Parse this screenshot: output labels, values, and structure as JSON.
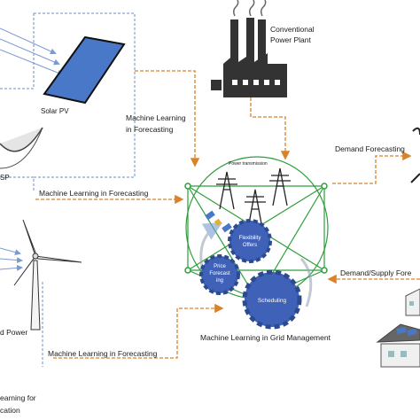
{
  "labels": {
    "solar_pv": "Solar PV",
    "conventional_power_plant_line1": "Conventional",
    "conventional_power_plant_line2": "Power Plant",
    "csp_partial": "SP",
    "wind_power_partial": "d Power",
    "wind_bottom_line1": "earning for",
    "wind_bottom_line2": "cation",
    "ml_forecasting_solar_line1": "Machine Learning",
    "ml_forecasting_solar_line2": "in Forecasting",
    "ml_forecasting_csp": "Machine Learning in Forecasting",
    "ml_forecasting_wind": "Machine Learning in Forecasting",
    "demand_forecasting": "Demand Forecasting",
    "demand_supply_forecasting": "Demand/Supply Fore",
    "power_transmission": "Power transmission",
    "flexibility_offers_line1": "Flexibility",
    "flexibility_offers_line2": "Offers",
    "price_forecasting_line1": "Price",
    "price_forecasting_line2": "Forecast",
    "price_forecasting_line3": "ing",
    "scheduling": "Scheduling",
    "ml_grid_management": "Machine Learning in Grid Management"
  },
  "colors": {
    "grid_green": "#2e9e3a",
    "arrow_orange": "#d9822b",
    "gear_blue": "#3f62b8",
    "solar_panel_blue": "#4a78c8",
    "dashed_blue": "#6b8fc2",
    "dark_gray": "#333333"
  }
}
